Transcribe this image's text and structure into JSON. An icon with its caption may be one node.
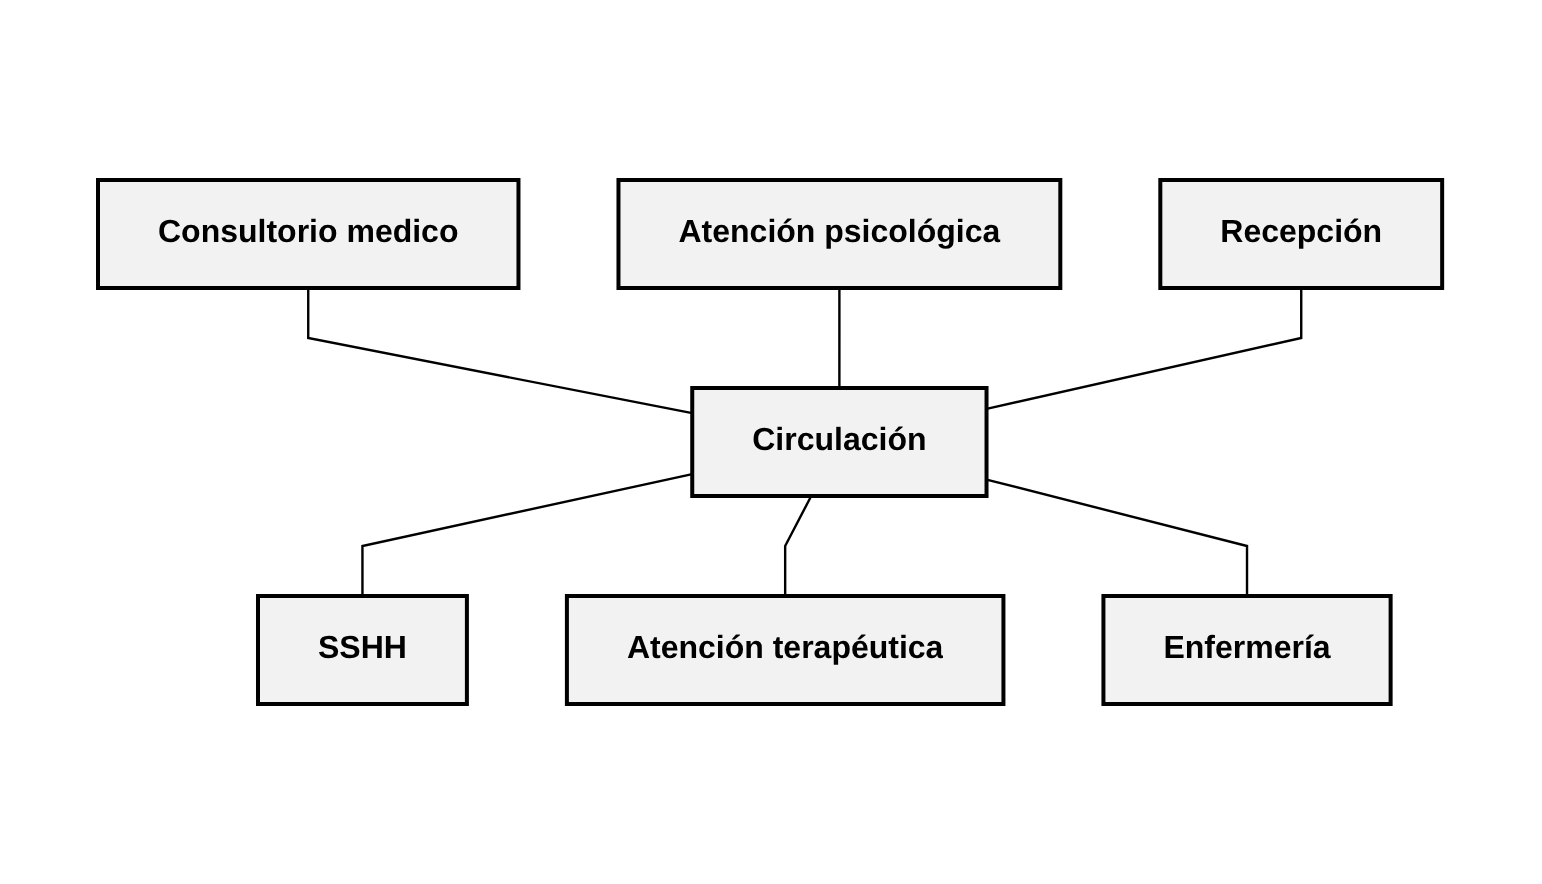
{
  "diagram": {
    "nodes": [
      {
        "text": [
          "Consultorio medico"
        ]
      },
      {
        "text": [
          "Atención psicológica"
        ]
      },
      {
        "text": [
          "Recepción"
        ]
      },
      {
        "text": [
          "Circulación"
        ]
      },
      {
        "text": [
          "SSHH"
        ]
      },
      {
        "text": [
          "Atención terapéutica"
        ]
      },
      {
        "text": [
          "Enfermería"
        ]
      }
    ],
    "edges": [
      {
        "from": 0,
        "to": 3,
        "arrow": "none"
      },
      {
        "from": 1,
        "to": 3,
        "arrow": "none"
      },
      {
        "from": 2,
        "to": 3,
        "arrow": "none"
      },
      {
        "from": 3,
        "to": 4,
        "arrow": "none"
      },
      {
        "from": 3,
        "to": 5,
        "arrow": "none"
      },
      {
        "from": 3,
        "to": 6,
        "arrow": "none"
      }
    ]
  }
}
